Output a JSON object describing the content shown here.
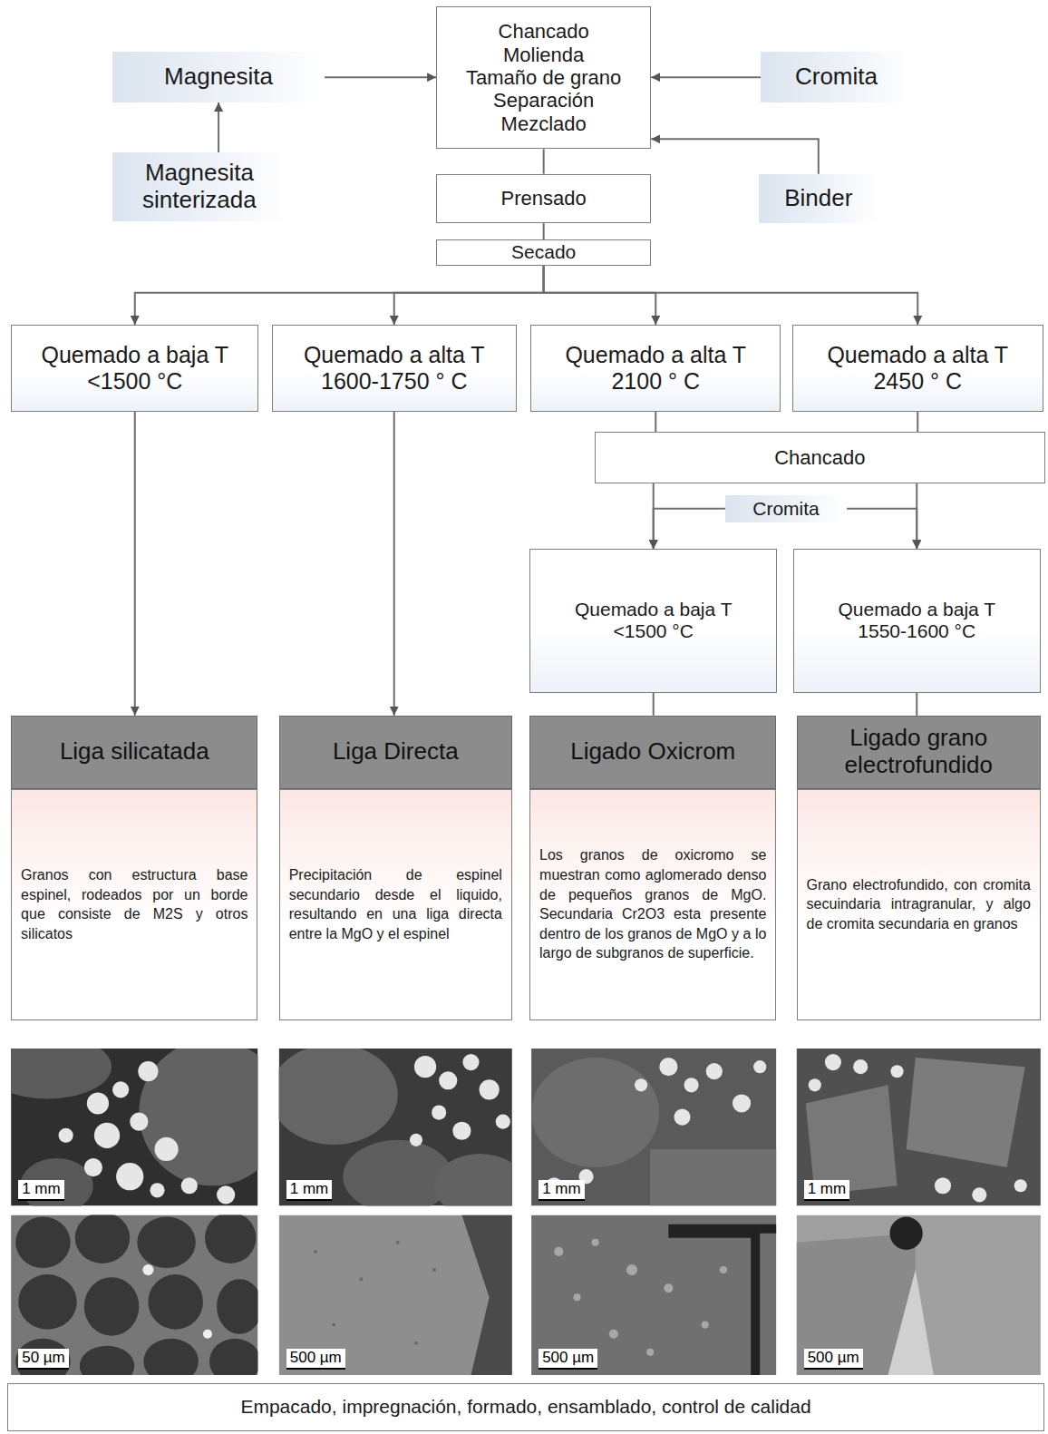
{
  "diagram": {
    "nodes": [
      {
        "text": [
          "Magnesita"
        ]
      },
      {
        "text": [
          "Chancado",
          "Molienda",
          "Tamaño de grano",
          "Separación",
          "Mezclado"
        ]
      },
      {
        "text": [
          "Cromita"
        ]
      },
      {
        "text": [
          "Magnesita sinterizada"
        ]
      },
      {
        "text": [
          "Prensado"
        ]
      },
      {
        "text": [
          "Binder"
        ]
      },
      {
        "text": [
          "Secado"
        ]
      },
      {
        "text": [
          "Quemado a baja T",
          "<1500 °C"
        ]
      },
      {
        "text": [
          "Quemado a alta T",
          "1600-1750 ° C"
        ]
      },
      {
        "text": [
          "Quemado a alta T",
          "2100 ° C"
        ]
      },
      {
        "text": [
          "Quemado a alta T",
          "2450 ° C"
        ]
      },
      {
        "text": [
          "Chancado"
        ]
      },
      {
        "text": [
          "Cromita"
        ]
      },
      {
        "text": [
          "Quemado a baja T",
          "<1500 °C"
        ]
      },
      {
        "text": [
          "Quemado a baja T",
          "1550-1600 °C"
        ]
      },
      {
        "text": [
          "Liga silicatada"
        ]
      },
      {
        "text": [
          "Liga Directa"
        ]
      },
      {
        "text": [
          "Ligado Oxicrom"
        ]
      },
      {
        "text": [
          "Ligado grano electrofundido"
        ]
      },
      {
        "text": [
          "Granos con estructura base espinel, rodeados por un borde que consiste de M2S y otros silicatos"
        ]
      },
      {
        "text": [
          "Precipitación de espinel secundario desde el liquido, resultando en una liga directa entre la MgO y el espinel"
        ]
      },
      {
        "text": [
          "Los granos de oxicromo se muestran como aglomerado denso de pequeños granos de MgO. Secundaria Cr2O3 esta presente dentro de los granos de MgO y a lo largo de subgranos de superficie."
        ]
      },
      {
        "text": [
          "Grano electrofundido, con cromita secuindaria intragranular, y algo de cromita secundaria en granos"
        ]
      },
      {
        "text": [
          "Empacado, impregnación, formado, ensamblado, control de calidad"
        ]
      }
    ],
    "edges": [
      {
        "from": 3,
        "to": 0,
        "arrow": "to"
      },
      {
        "from": 0,
        "to": 1,
        "arrow": "to"
      },
      {
        "from": 2,
        "to": 1,
        "arrow": "to"
      },
      {
        "from": 5,
        "to": 1,
        "arrow": "to"
      },
      {
        "from": 1,
        "to": 4,
        "arrow": "none"
      },
      {
        "from": 4,
        "to": 6,
        "arrow": "none"
      },
      {
        "from": 6,
        "to": 7,
        "arrow": "to"
      },
      {
        "from": 6,
        "to": 8,
        "arrow": "to"
      },
      {
        "from": 6,
        "to": 9,
        "arrow": "to"
      },
      {
        "from": 6,
        "to": 10,
        "arrow": "to"
      },
      {
        "from": 7,
        "to": 15,
        "arrow": "to"
      },
      {
        "from": 8,
        "to": 16,
        "arrow": "to"
      },
      {
        "from": 9,
        "to": 11,
        "arrow": "none"
      },
      {
        "from": 10,
        "to": 11,
        "arrow": "none"
      },
      {
        "from": 11,
        "to": 13,
        "arrow": "to"
      },
      {
        "from": 11,
        "to": 14,
        "arrow": "to"
      },
      {
        "from": 12,
        "to": 13,
        "arrow": "to"
      },
      {
        "from": 12,
        "to": 14,
        "arrow": "to"
      },
      {
        "from": 13,
        "to": 17,
        "arrow": "none"
      },
      {
        "from": 14,
        "to": 18,
        "arrow": "none"
      }
    ],
    "labels": [
      "1 mm",
      "1 mm",
      "1 mm",
      "1 mm",
      "50 µm",
      "500 µm",
      "500 µm",
      "500 µm"
    ]
  }
}
